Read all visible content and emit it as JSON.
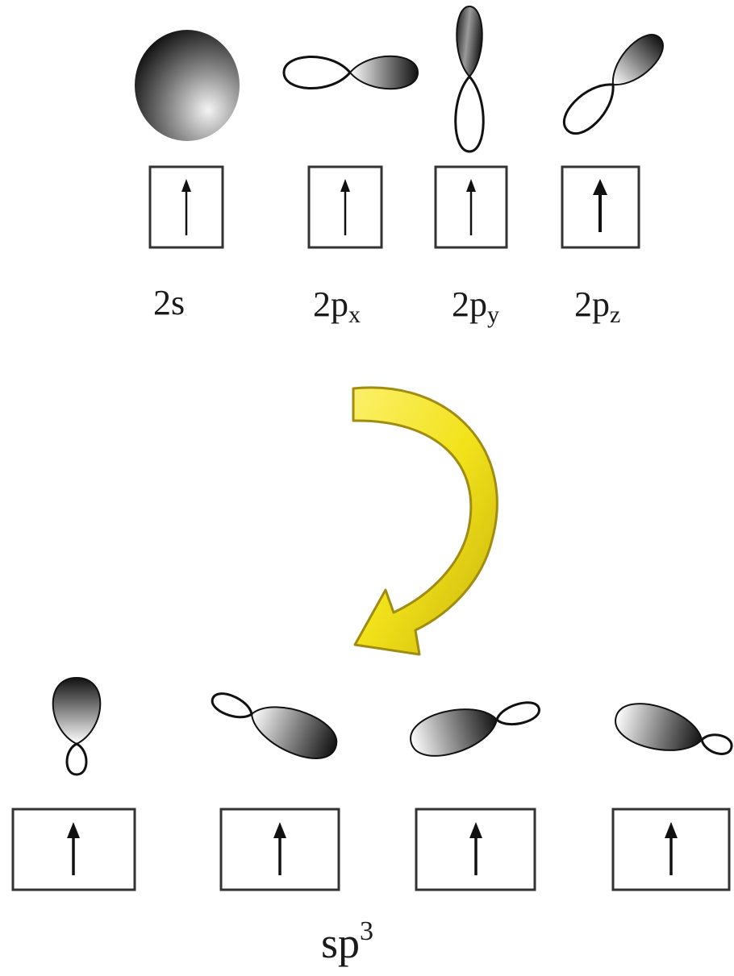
{
  "atomic_orbitals": [
    {
      "name": "2s",
      "sub": "",
      "shape": "sphere",
      "spin": "up"
    },
    {
      "name": "2p",
      "sub": "x",
      "shape": "p-horizontal",
      "spin": "up"
    },
    {
      "name": "2p",
      "sub": "y",
      "shape": "p-vertical",
      "spin": "up"
    },
    {
      "name": "2p",
      "sub": "z",
      "shape": "p-diagonal",
      "spin": "up"
    }
  ],
  "hybrid_orbitals": {
    "label_base": "sp",
    "label_sup": "3",
    "items": [
      {
        "shape": "sp3-down",
        "spin": "up"
      },
      {
        "shape": "sp3-right-down",
        "spin": "up"
      },
      {
        "shape": "sp3-left-down",
        "spin": "up"
      },
      {
        "shape": "sp3-right",
        "spin": "up"
      }
    ]
  },
  "arrow": {
    "icon": "curved-arrow-icon",
    "color": "#f2e21a",
    "edge_color": "#a08c10"
  },
  "colors": {
    "lobe_dark": "#111111",
    "lobe_light": "#ffffff",
    "sphere_light": "#f4f4f4"
  }
}
